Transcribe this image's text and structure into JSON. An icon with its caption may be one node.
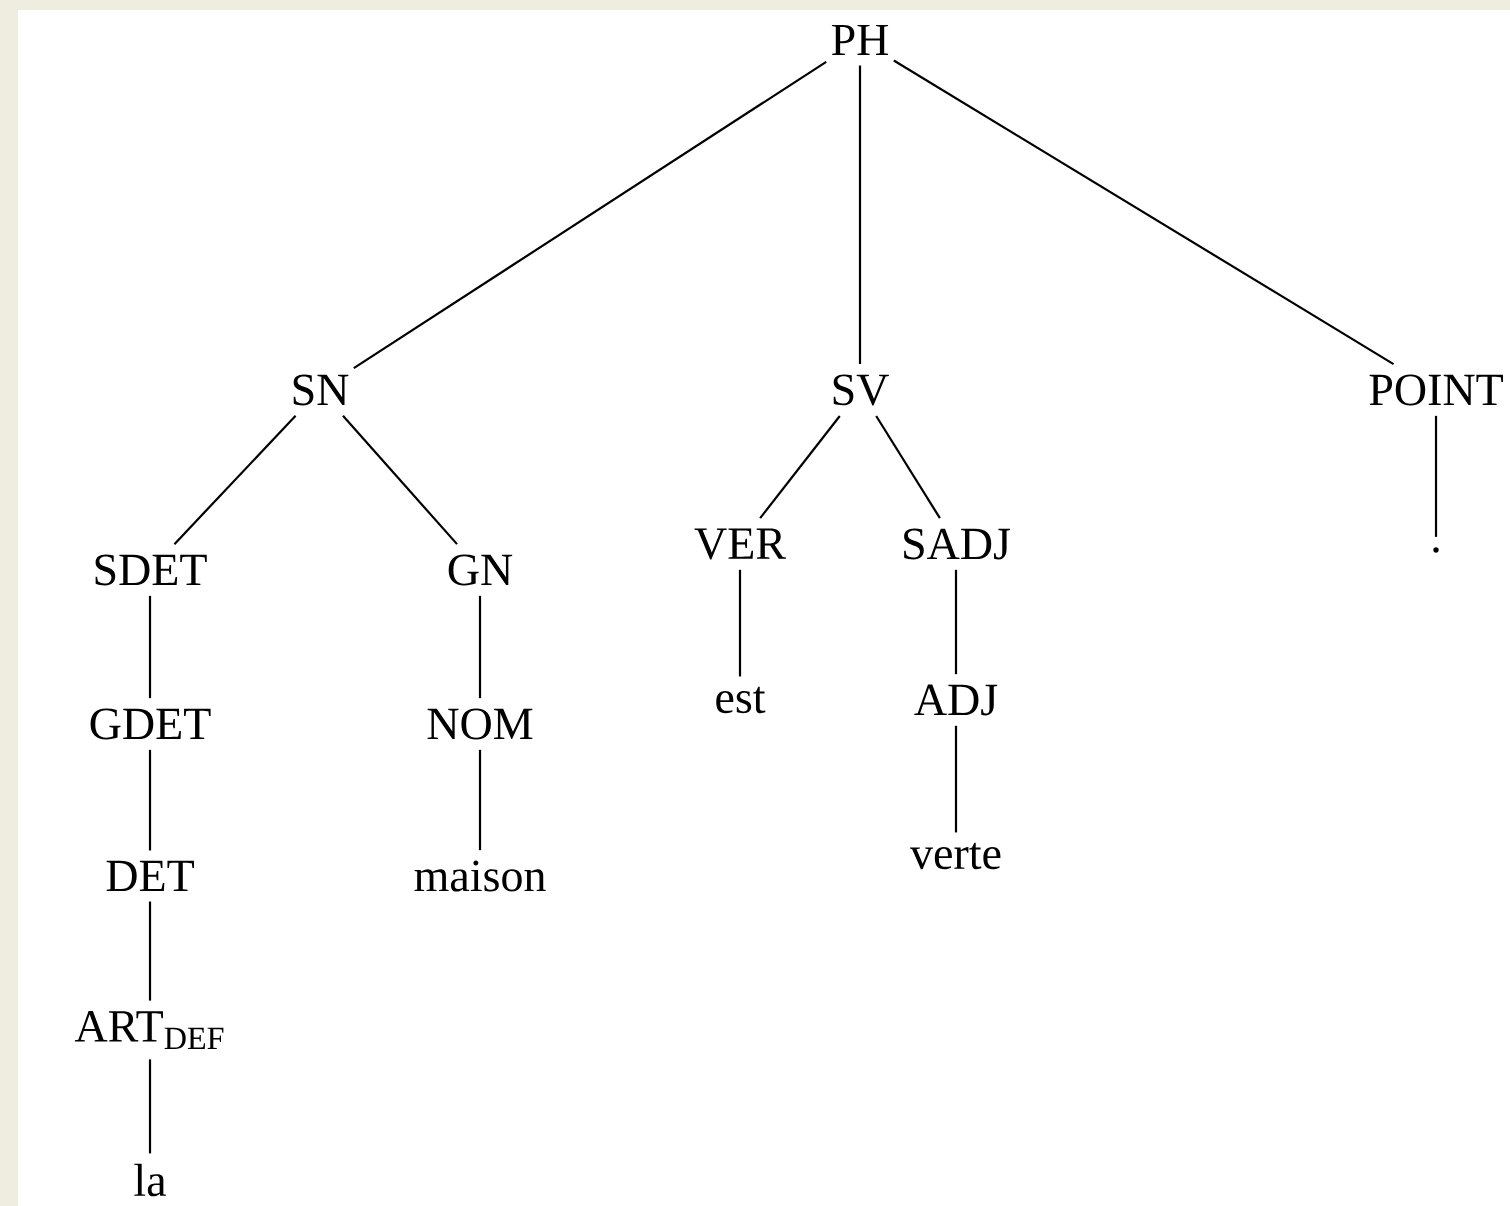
{
  "diagram": {
    "nodes": [
      {
        "text": [
          "PH"
        ]
      },
      {
        "text": [
          "SN"
        ]
      },
      {
        "text": [
          "SV"
        ]
      },
      {
        "text": [
          "POINT"
        ]
      },
      {
        "text": [
          "SDET"
        ]
      },
      {
        "text": [
          "GN"
        ]
      },
      {
        "text": [
          "VER"
        ]
      },
      {
        "text": [
          "SADJ"
        ]
      },
      {
        "text": [
          "GDET"
        ]
      },
      {
        "text": [
          "NOM"
        ]
      },
      {
        "text": [
          "est"
        ]
      },
      {
        "text": [
          "ADJ"
        ]
      },
      {
        "text": [
          "DET"
        ]
      },
      {
        "text": [
          "maison"
        ]
      },
      {
        "text": [
          "verte"
        ]
      },
      {
        "text": [
          "ART$_{DEF}$"
        ]
      },
      {
        "text": [
          "la"
        ]
      },
      {
        "text": [
          "."
        ]
      }
    ],
    "edges": [
      {
        "from": 0,
        "to": 1,
        "arrow": "none"
      },
      {
        "from": 0,
        "to": 2,
        "arrow": "none"
      },
      {
        "from": 0,
        "to": 3,
        "arrow": "none"
      },
      {
        "from": 1,
        "to": 4,
        "arrow": "none"
      },
      {
        "from": 1,
        "to": 5,
        "arrow": "none"
      },
      {
        "from": 2,
        "to": 6,
        "arrow": "none"
      },
      {
        "from": 2,
        "to": 7,
        "arrow": "none"
      },
      {
        "from": 3,
        "to": 17,
        "arrow": "none"
      },
      {
        "from": 4,
        "to": 8,
        "arrow": "none"
      },
      {
        "from": 8,
        "to": 12,
        "arrow": "none"
      },
      {
        "from": 12,
        "to": 15,
        "arrow": "none"
      },
      {
        "from": 15,
        "to": 16,
        "arrow": "none"
      },
      {
        "from": 5,
        "to": 9,
        "arrow": "none"
      },
      {
        "from": 9,
        "to": 13,
        "arrow": "none"
      },
      {
        "from": 6,
        "to": 10,
        "arrow": "none"
      },
      {
        "from": 7,
        "to": 11,
        "arrow": "none"
      },
      {
        "from": 11,
        "to": 14,
        "arrow": "none"
      }
    ]
  }
}
